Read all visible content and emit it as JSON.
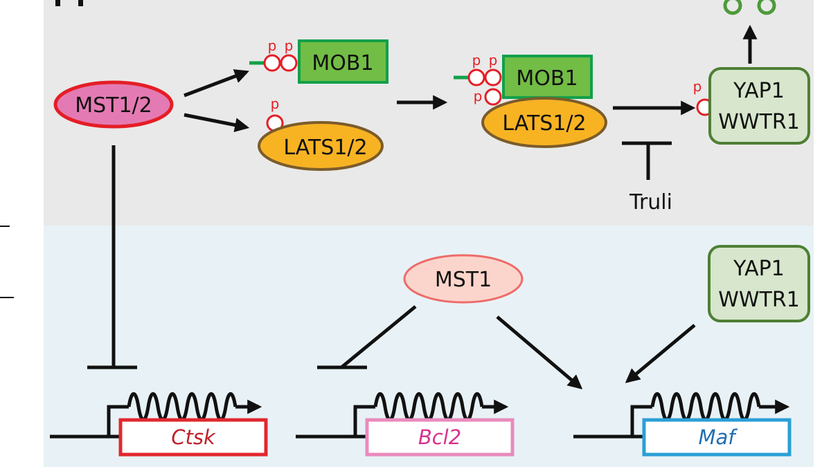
{
  "cytoplasm": {
    "mst12": "MST1/2",
    "mob1": "MOB1",
    "lats12": "LATS1/2",
    "mob1_complex": "MOB1",
    "lats12_complex": "LATS1/2",
    "yap_wwtr": [
      "YAP1",
      "WWTR1"
    ],
    "inhibitor": "Truli",
    "phospho_mark": "p"
  },
  "nucleus": {
    "mst1": "MST1",
    "yap_wwtr": [
      "YAP1",
      "WWTR1"
    ],
    "genes": [
      {
        "name": "Ctsk",
        "color": "#e0282e"
      },
      {
        "name": "Bcl2",
        "color": "#e0399a"
      },
      {
        "name": "Maf",
        "color": "#2176ba"
      }
    ]
  },
  "colors": {
    "cytoplasm_bg": "#e9e9e9",
    "nucleus_bg": "#e8f2f6",
    "mst12_fill": "#e47ab3",
    "mst12_stroke": "#e41e26",
    "mob1_fill": "#72bd45",
    "mob1_stroke": "#12a04a",
    "lats_fill": "#f8b323",
    "lats_stroke": "#7b5c2a",
    "yap_fill": "#d7e6cc",
    "yap_stroke": "#4d7f34",
    "mst1_fill": "#fbd5cc",
    "mst1_stroke": "#ee6b6b",
    "phospho": "#e41e26"
  }
}
